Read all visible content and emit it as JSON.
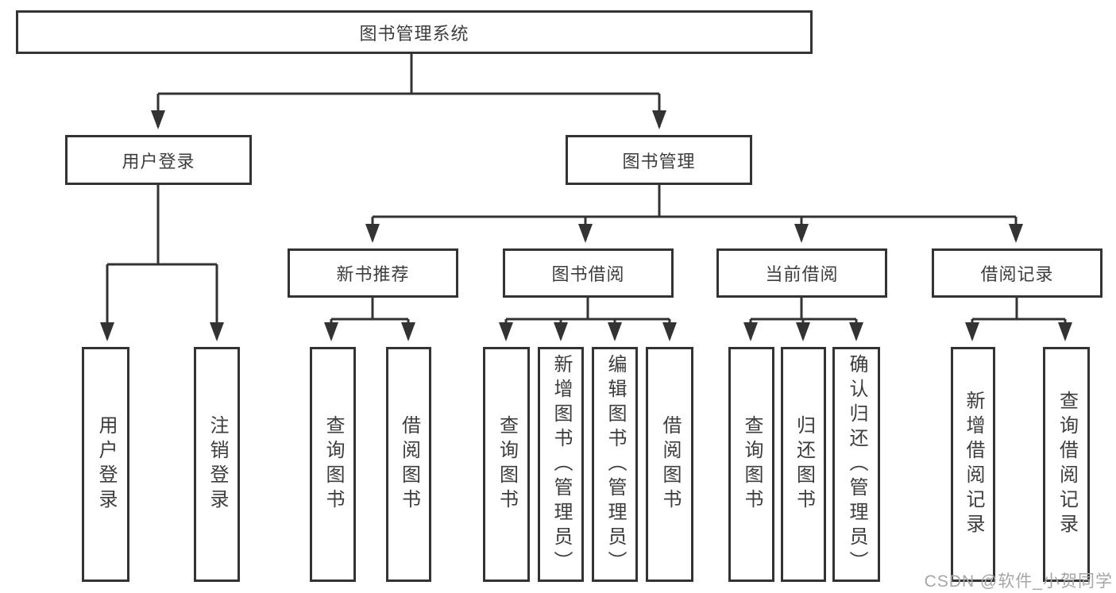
{
  "diagram": {
    "root": {
      "label": "图书管理系统"
    },
    "level2": {
      "user_login": {
        "label": "用户登录"
      },
      "book_management": {
        "label": "图书管理"
      }
    },
    "level3": {
      "new_books": {
        "label": "新书推荐"
      },
      "book_borrow": {
        "label": "图书借阅"
      },
      "current_borrow": {
        "label": "当前借阅"
      },
      "borrow_records": {
        "label": "借阅记录"
      }
    },
    "leaves": {
      "user_login_leaf": {
        "label": "用户登录"
      },
      "logout_leaf": {
        "label": "注销登录"
      },
      "nb_query_books": {
        "label": "查询图书"
      },
      "nb_borrow_books": {
        "label": "借阅图书"
      },
      "bb_query_books": {
        "label": "查询图书"
      },
      "bb_add_books": {
        "label": "新增图书（管理员）"
      },
      "bb_edit_books": {
        "label": "编辑图书（管理员）"
      },
      "bb_borrow_books": {
        "label": "借阅图书"
      },
      "cb_query_books": {
        "label": "查询图书"
      },
      "cb_return_books": {
        "label": "归还图书"
      },
      "cb_confirm_return": {
        "label": "确认归还（管理员）"
      },
      "br_add_record": {
        "label": "新增借阅记录"
      },
      "br_query_record": {
        "label": "查询借阅记录"
      }
    },
    "watermark": {
      "text": "CSDN @软件_小贺同学"
    },
    "colors": {
      "line": "#333333",
      "text": "#3d3d3d",
      "watermark": "#a6a6a6",
      "background": "#ffffff"
    }
  }
}
